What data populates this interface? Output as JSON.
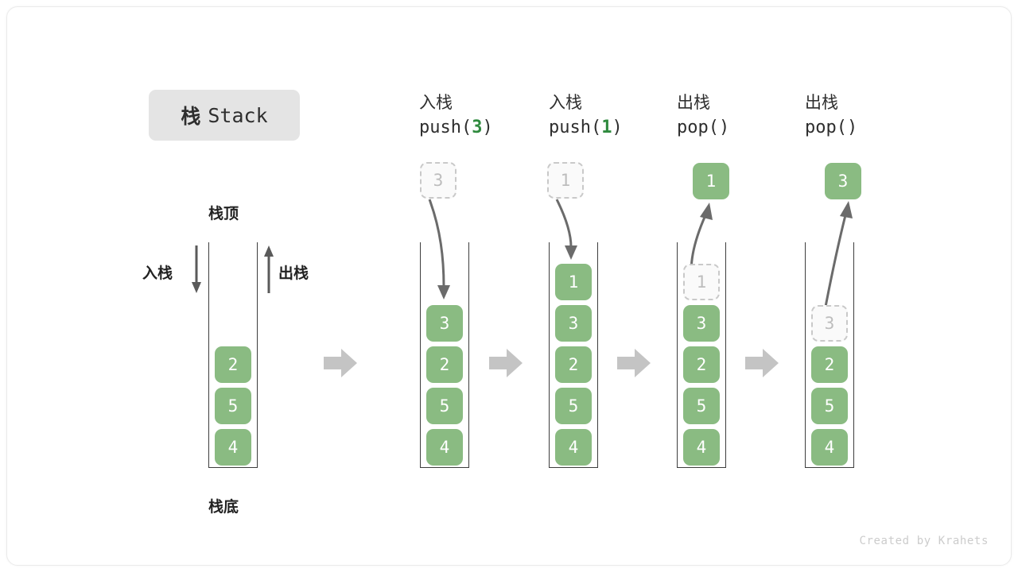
{
  "page": {
    "background": "#ffffff",
    "card_border": "#ebebeb",
    "accent_green": "#8abb82",
    "arg_green": "#2f8a3e",
    "gray_arrow": "#c4c4c4",
    "ghost_border": "#c9c9c9",
    "watermark": "Created by Krahets"
  },
  "title": {
    "cjk": "栈",
    "latin": "Stack"
  },
  "legend": {
    "top_label": "栈顶",
    "bottom_label": "栈底",
    "push_label": "入栈",
    "pop_label": "出栈"
  },
  "stages": [
    {
      "id": "initial",
      "header_line1": "",
      "header_line2": "",
      "header_arg": "",
      "cells": [
        "4",
        "5",
        "2"
      ],
      "ghost": null,
      "floating": null
    },
    {
      "id": "push-3",
      "header_line1": "入栈",
      "header_line2_prefix": "push(",
      "header_arg": "3",
      "header_line2_suffix": ")",
      "cells": [
        "4",
        "5",
        "2",
        "3"
      ],
      "incoming_value": "3"
    },
    {
      "id": "push-1",
      "header_line1": "入栈",
      "header_line2_prefix": "push(",
      "header_arg": "1",
      "header_line2_suffix": ")",
      "cells": [
        "4",
        "5",
        "2",
        "3",
        "1"
      ],
      "incoming_value": "1"
    },
    {
      "id": "pop-1",
      "header_line1": "出栈",
      "header_line2_prefix": "pop(",
      "header_arg": "",
      "header_line2_suffix": ")",
      "cells": [
        "4",
        "5",
        "2",
        "3"
      ],
      "ghost_value": "1",
      "popped_value": "1"
    },
    {
      "id": "pop-3",
      "header_line1": "出栈",
      "header_line2_prefix": "pop(",
      "header_arg": "",
      "header_line2_suffix": ")",
      "cells": [
        "4",
        "5",
        "2"
      ],
      "ghost_value": "3",
      "popped_value": "3"
    }
  ]
}
